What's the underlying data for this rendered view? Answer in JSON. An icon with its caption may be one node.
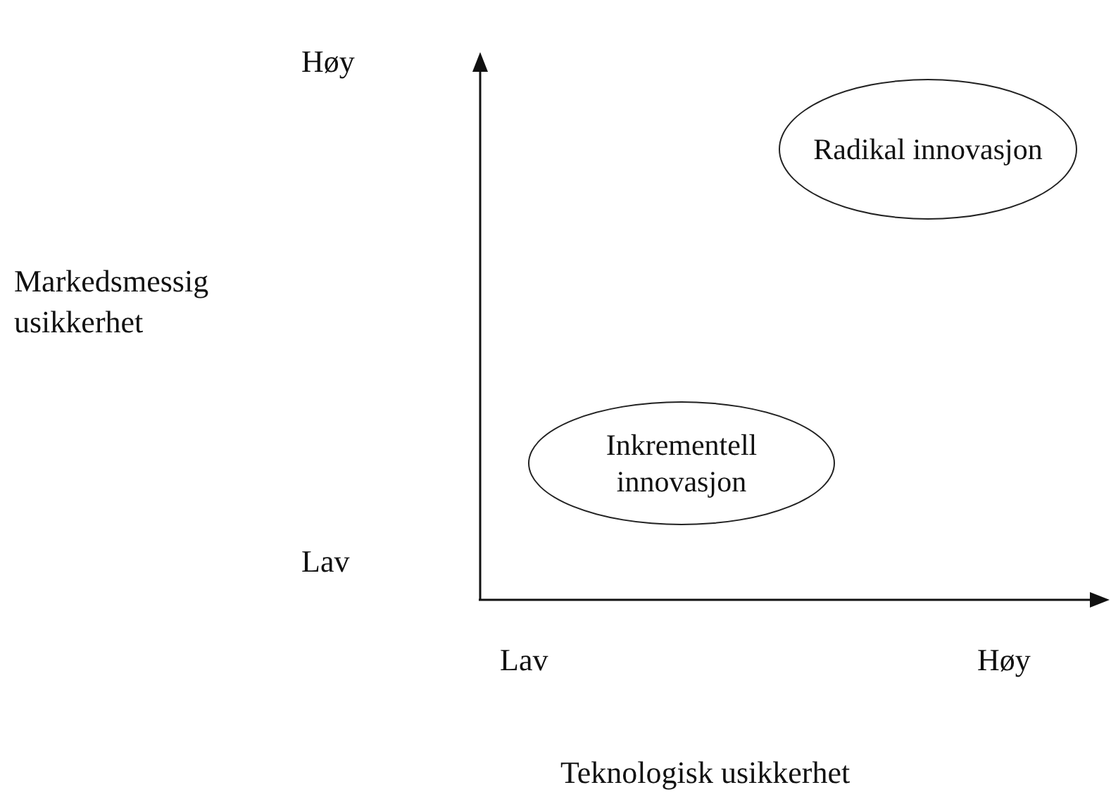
{
  "diagram": {
    "nodes": [
      {
        "text": [
          "Radikal innovasjon"
        ]
      },
      {
        "text": [
          "Inkrementell innovasjon"
        ]
      }
    ],
    "labels": [
      "Høy",
      "Markedsmessig usikkerhet",
      "Lav",
      "Lav",
      "Høy",
      "Teknologisk usikkerhet"
    ]
  }
}
